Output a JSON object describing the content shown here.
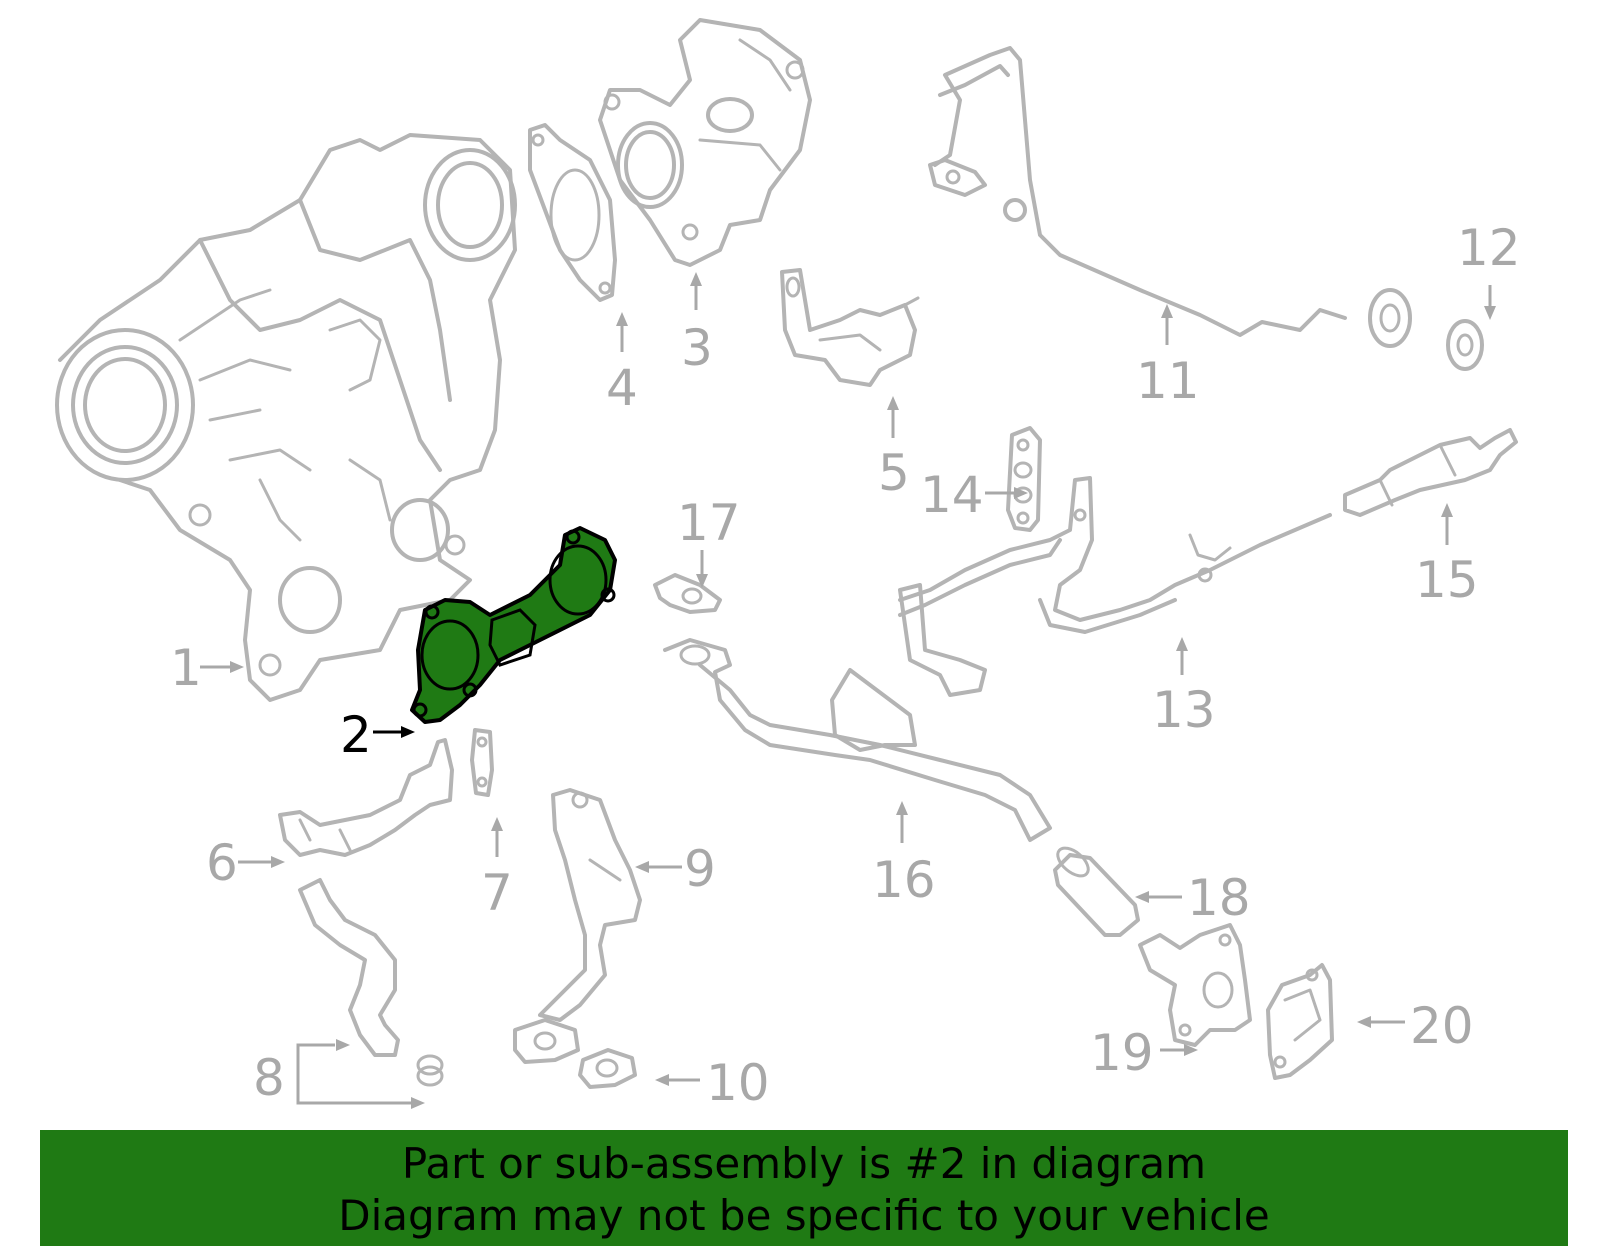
{
  "highlighted_part": "2",
  "colors": {
    "highlight": "#1f7a14",
    "line_art": "#b4b4b4",
    "callout": "#a8a8a8",
    "highlight_label": "#000000"
  },
  "callouts": [
    {
      "id": "1",
      "label": "1"
    },
    {
      "id": "2",
      "label": "2"
    },
    {
      "id": "3",
      "label": "3"
    },
    {
      "id": "4",
      "label": "4"
    },
    {
      "id": "5",
      "label": "5"
    },
    {
      "id": "6",
      "label": "6"
    },
    {
      "id": "7",
      "label": "7"
    },
    {
      "id": "8",
      "label": "8"
    },
    {
      "id": "9",
      "label": "9"
    },
    {
      "id": "10",
      "label": "10"
    },
    {
      "id": "11",
      "label": "11"
    },
    {
      "id": "12",
      "label": "12"
    },
    {
      "id": "13",
      "label": "13"
    },
    {
      "id": "14",
      "label": "14"
    },
    {
      "id": "15",
      "label": "15"
    },
    {
      "id": "16",
      "label": "16"
    },
    {
      "id": "17",
      "label": "17"
    },
    {
      "id": "18",
      "label": "18"
    },
    {
      "id": "19",
      "label": "19"
    },
    {
      "id": "20",
      "label": "20"
    }
  ],
  "banner": {
    "line1": "Part or sub-assembly is #2 in diagram",
    "line2": "Diagram may not be specific to your vehicle"
  }
}
